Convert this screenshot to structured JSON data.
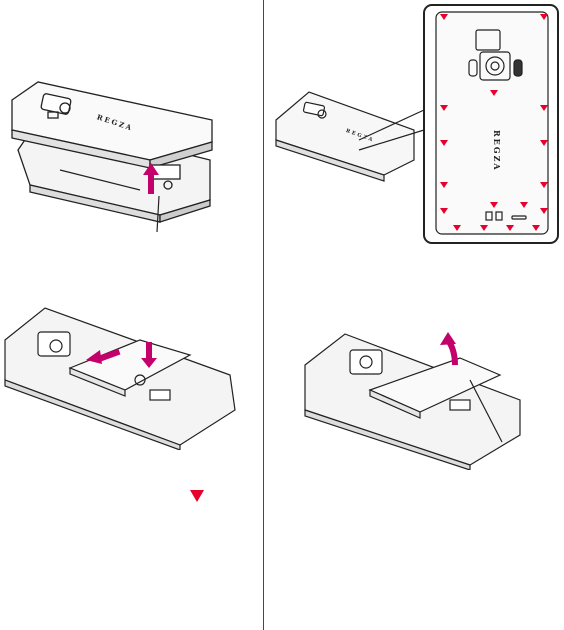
{
  "page": {
    "brand_text": "REGZA",
    "accent_color": "#c4006a",
    "marker_color": "#e8002c"
  },
  "figures": [
    {
      "name": "remove-back-cover",
      "icon": "phone-cover-lift-illustration"
    },
    {
      "name": "back-cover-tab-positions",
      "icon": "phone-back-tabs-illustration"
    },
    {
      "name": "insert-battery",
      "icon": "battery-insert-illustration"
    },
    {
      "name": "remove-battery",
      "icon": "battery-lift-illustration"
    }
  ],
  "legend_marker": {
    "icon": "red-triangle-marker-icon"
  }
}
